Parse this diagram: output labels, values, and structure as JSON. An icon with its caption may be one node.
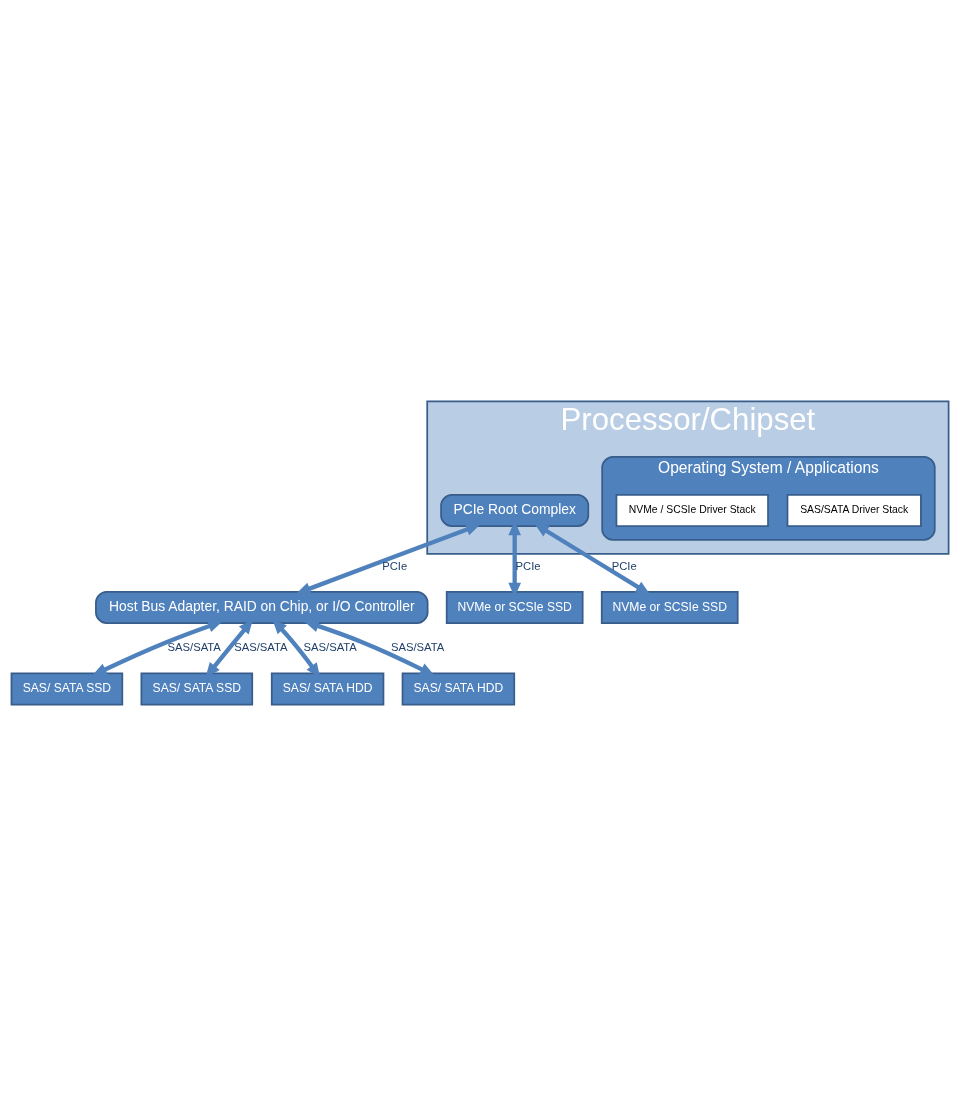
{
  "diagram": {
    "nodes": [
      {
        "text": [
          "Processor/Chipset"
        ]
      },
      {
        "text": [
          "Operating System / Applications"
        ],
        "in": 0
      },
      {
        "text": [
          "SAS/SATA Driver Stack"
        ],
        "in": 1
      },
      {
        "text": [
          "NVMe / SCSIe Driver Stack"
        ],
        "in": 1
      },
      {
        "text": [
          "PCIe Root Complex"
        ],
        "in": 0
      },
      {
        "text": [
          "Host Bus Adapter, RAID on Chip, or I/O Controller"
        ]
      },
      {
        "text": [
          "NVMe or SCSIe SSD"
        ]
      },
      {
        "text": [
          "NVMe or SCSIe SSD"
        ]
      },
      {
        "text": [
          "SAS/ SATA SSD"
        ]
      },
      {
        "text": [
          "SAS/ SATA SSD"
        ]
      },
      {
        "text": [
          "SAS/ SATA HDD"
        ]
      },
      {
        "text": [
          "SAS/ SATA HDD"
        ]
      }
    ],
    "edges": [
      {
        "from": 4,
        "to": 5,
        "arrow": "both",
        "label": "PCIe"
      },
      {
        "from": 4,
        "to": 6,
        "arrow": "both",
        "label": "PCIe"
      },
      {
        "from": 4,
        "to": 7,
        "arrow": "both",
        "label": "PCIe"
      },
      {
        "from": 5,
        "to": 8,
        "arrow": "both",
        "label": "SAS/SATA"
      },
      {
        "from": 5,
        "to": 9,
        "arrow": "both",
        "label": "SAS/SATA"
      },
      {
        "from": 5,
        "to": 10,
        "arrow": "both",
        "label": "SAS/SATA"
      },
      {
        "from": 5,
        "to": 11,
        "arrow": "both",
        "label": "SAS/SATA"
      }
    ]
  }
}
